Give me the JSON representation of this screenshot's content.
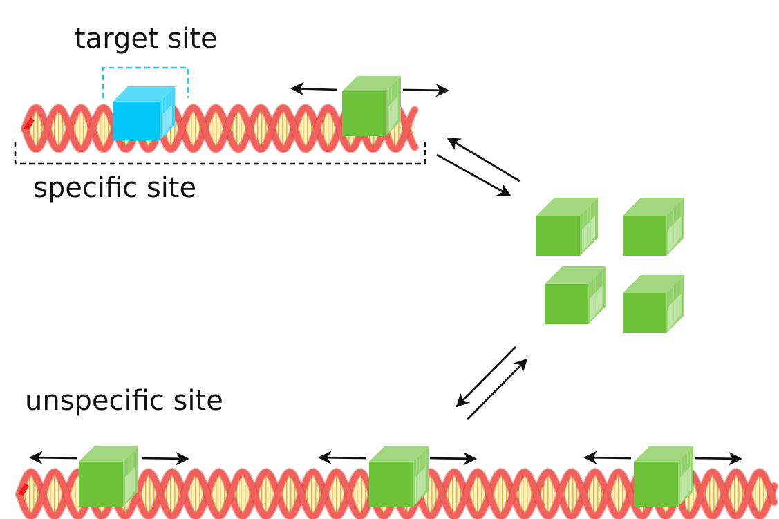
{
  "labels": {
    "target_site": "target site",
    "specific_site": "specific site",
    "unspecific_site": "unspecific site"
  },
  "colors": {
    "target_protein": "#00c8f8",
    "protein": "#6ec23a",
    "dna_strand": "#f2605c",
    "dna_base": "#e6c13a",
    "target_bracket": "#2cc4ee",
    "specific_bracket": "#111111",
    "arrow": "#111111"
  }
}
